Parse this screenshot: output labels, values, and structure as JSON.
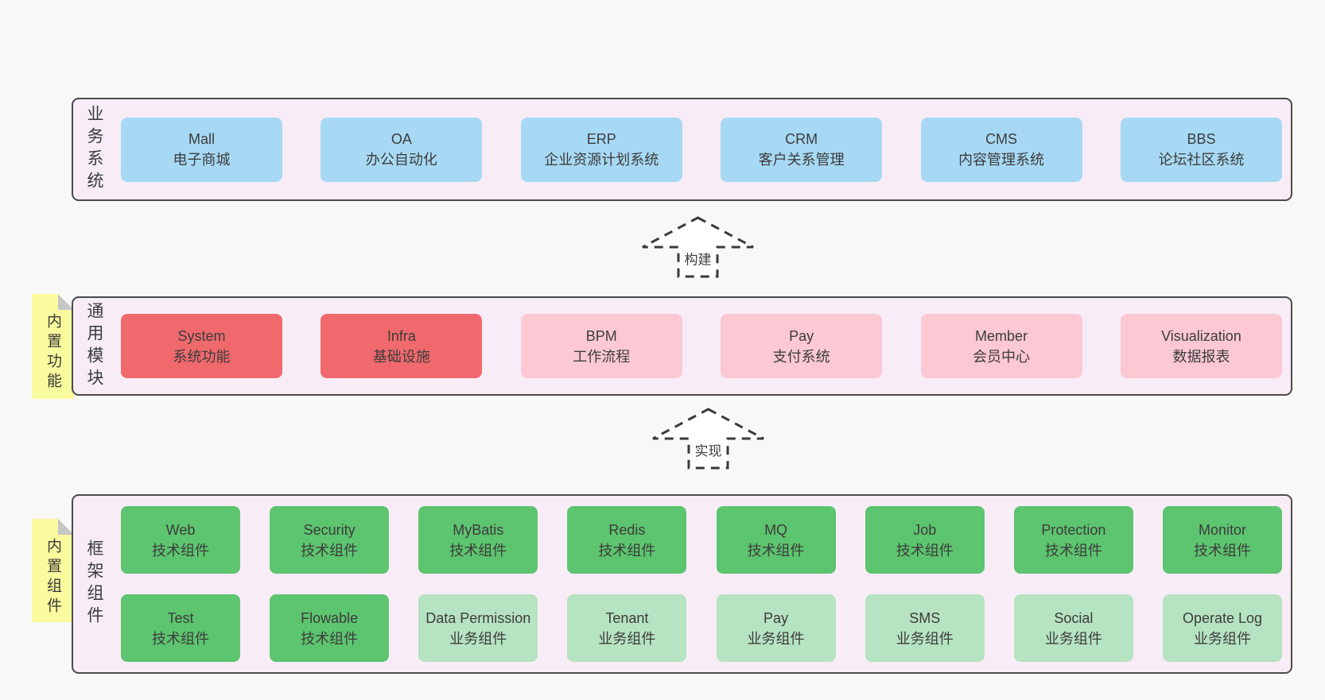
{
  "colors": {
    "page_bg": "#f8f8f8",
    "layer_bg": "#f8edf7",
    "layer_border": "#4a4a4a",
    "box_blue": "#a7d9f4",
    "box_red": "#f0696d",
    "box_pink": "#fbc8d3",
    "box_green": "#5dc46f",
    "box_light_green": "#b6e3c1",
    "note_yellow": "#fafa9e",
    "note_fold_gray": "#c6c6c6",
    "text": "#3c3c3c"
  },
  "layers": [
    {
      "label": "业务系统",
      "boxes": [
        {
          "name": "Mall",
          "desc": "电子商城"
        },
        {
          "name": "OA",
          "desc": "办公自动化"
        },
        {
          "name": "ERP",
          "desc": "企业资源计划系统"
        },
        {
          "name": "CRM",
          "desc": "客户关系管理"
        },
        {
          "name": "CMS",
          "desc": "内容管理系统"
        },
        {
          "name": "BBS",
          "desc": "论坛社区系统"
        }
      ]
    },
    {
      "label": "通用模块",
      "note": "内置功能",
      "boxes": [
        {
          "name": "System",
          "desc": "系统功能"
        },
        {
          "name": "Infra",
          "desc": "基础设施"
        },
        {
          "name": "BPM",
          "desc": "工作流程"
        },
        {
          "name": "Pay",
          "desc": "支付系统"
        },
        {
          "name": "Member",
          "desc": "会员中心"
        },
        {
          "name": "Visualization",
          "desc": "数据报表"
        }
      ]
    },
    {
      "label": "框架组件",
      "note": "内置组件",
      "rows": [
        [
          {
            "name": "Web",
            "desc": "技术组件"
          },
          {
            "name": "Security",
            "desc": "技术组件"
          },
          {
            "name": "MyBatis",
            "desc": "技术组件"
          },
          {
            "name": "Redis",
            "desc": "技术组件"
          },
          {
            "name": "MQ",
            "desc": "技术组件"
          },
          {
            "name": "Job",
            "desc": "技术组件"
          },
          {
            "name": "Protection",
            "desc": "技术组件"
          },
          {
            "name": "Monitor",
            "desc": "技术组件"
          }
        ],
        [
          {
            "name": "Test",
            "desc": "技术组件"
          },
          {
            "name": "Flowable",
            "desc": "技术组件"
          },
          {
            "name": "Data Permission",
            "desc": "业务组件"
          },
          {
            "name": "Tenant",
            "desc": "业务组件"
          },
          {
            "name": "Pay",
            "desc": "业务组件"
          },
          {
            "name": "SMS",
            "desc": "业务组件"
          },
          {
            "name": "Social",
            "desc": "业务组件"
          },
          {
            "name": "Operate Log",
            "desc": "业务组件"
          }
        ]
      ]
    }
  ],
  "arrows": [
    {
      "label": "构建"
    },
    {
      "label": "实现"
    }
  ]
}
